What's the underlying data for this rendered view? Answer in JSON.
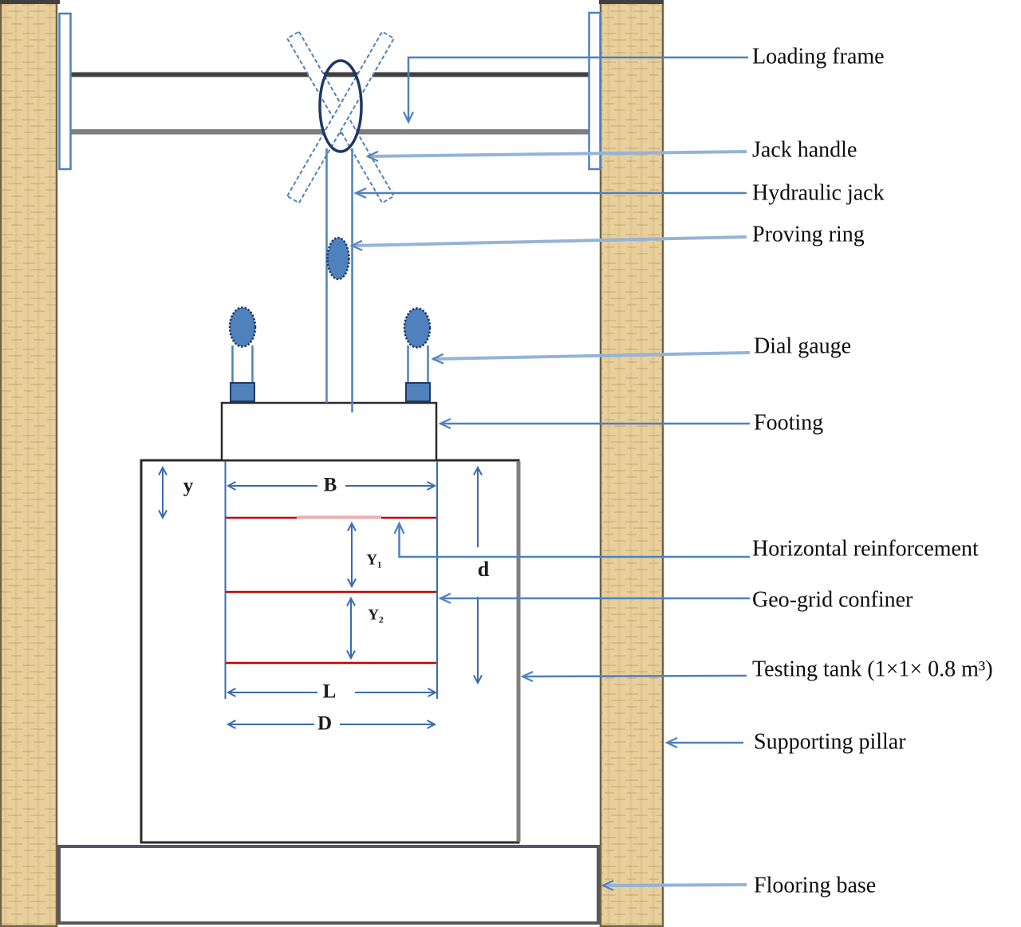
{
  "diagram": {
    "labels": {
      "loading_frame": "Loading frame",
      "jack_handle": "Jack handle",
      "hydraulic_jack": "Hydraulic jack",
      "proving_ring": "Proving ring",
      "dial_gauge": "Dial gauge",
      "footing": "Footing",
      "horizontal_reinforcement": "Horizontal reinforcement",
      "geo_grid_confiner": "Geo-grid confiner",
      "testing_tank": "Testing tank (1×1× 0.8 m³)",
      "supporting_pillar": "Supporting pillar",
      "flooring_base": "Flooring base"
    },
    "dims": {
      "y": "y",
      "B": "B",
      "Y1": "Y₁",
      "Y2": "Y₂",
      "d": "d",
      "L": "L",
      "D": "D"
    },
    "colors": {
      "leader_blue": "#4f81bd",
      "leader_light": "#95b3d7",
      "dim_blue": "#3a6ab0",
      "red": "#c00000",
      "red_light": "#e9b2b2",
      "pillar_fill": "#e8cf9b",
      "pillar_stroke": "#6f6246",
      "beam_dark": "#404040",
      "beam_gray": "#7f7f7f",
      "fixture_fill": "#4f81bd",
      "fixture_stroke": "#1f3864",
      "outline_dark": "#2b2b2b",
      "outline_gray": "#57575f",
      "label": "#0d0d0d",
      "dim_label": "#1c1c1c"
    }
  }
}
